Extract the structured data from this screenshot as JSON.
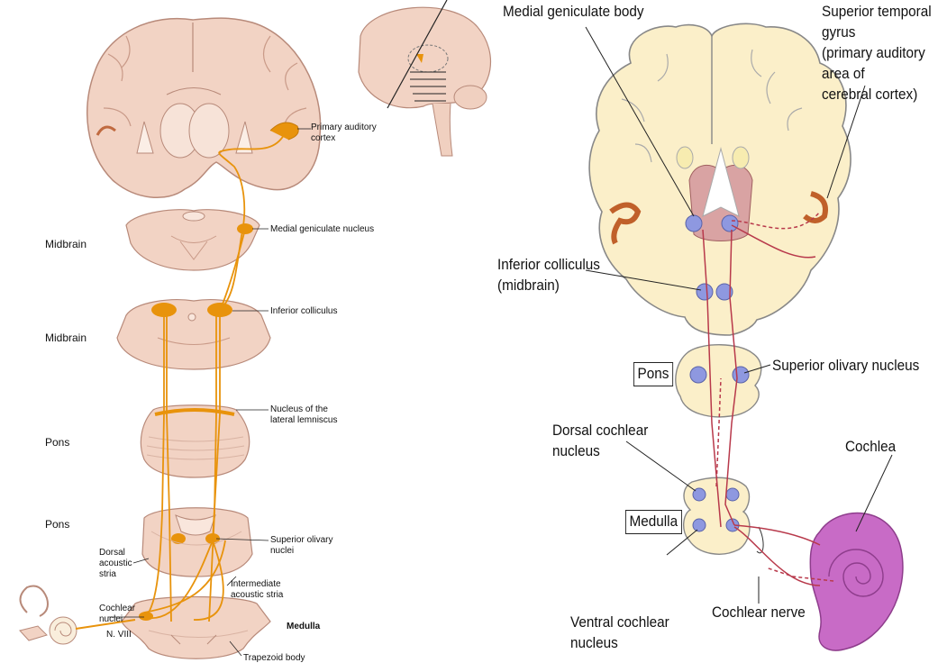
{
  "left_diagram": {
    "labels": {
      "primary_auditory_cortex": "Primary auditory\ncortex",
      "medial_geniculate_nucleus": "Medial geniculate nucleus",
      "inferior_colliculus": "Inferior colliculus",
      "nucleus_lateral_lemniscus": "Nucleus of the\nlateral lemniscus",
      "superior_olivary_nuclei": "Superior olivary\nnuclei",
      "dorsal_acoustic_stria": "Dorsal\nacoustic\nstria",
      "intermediate_acoustic_stria": "Intermediate\nacoustic stria",
      "cochlear_nuclei": "Cochlear\nnuclei",
      "nerve_viii": "N. VIII",
      "trapezoid_body": "Trapezoid body",
      "medulla": "Medulla"
    },
    "levels": [
      "Midbrain",
      "Midbrain",
      "Pons",
      "Pons"
    ]
  },
  "right_diagram": {
    "labels": {
      "medial_geniculate_body": "Medial geniculate body",
      "superior_temporal_gyrus": "Superior temporal gyrus\n(primary auditory area of\ncerebral cortex)",
      "inferior_colliculus": "Inferior colliculus\n(midbrain)",
      "pons": "Pons",
      "superior_olivary_nucleus": "Superior olivary nucleus",
      "dorsal_cochlear_nucleus": "Dorsal cochlear\nnucleus",
      "medulla": "Medulla",
      "cochlea": "Cochlea",
      "ventral_cochlear_nucleus": "Ventral cochlear\nnucleus",
      "cochlear_nerve": "Cochlear nerve"
    }
  },
  "colors": {
    "tissue": "#f2d3c4",
    "tissue_outline": "#b88a7a",
    "pathway_orange": "#e8930c",
    "cortex_cream": "#fbefc9",
    "nucleus_blue": "#8e98e0",
    "path_red": "#b8394b",
    "cochlea_purple": "#c86bc6"
  }
}
